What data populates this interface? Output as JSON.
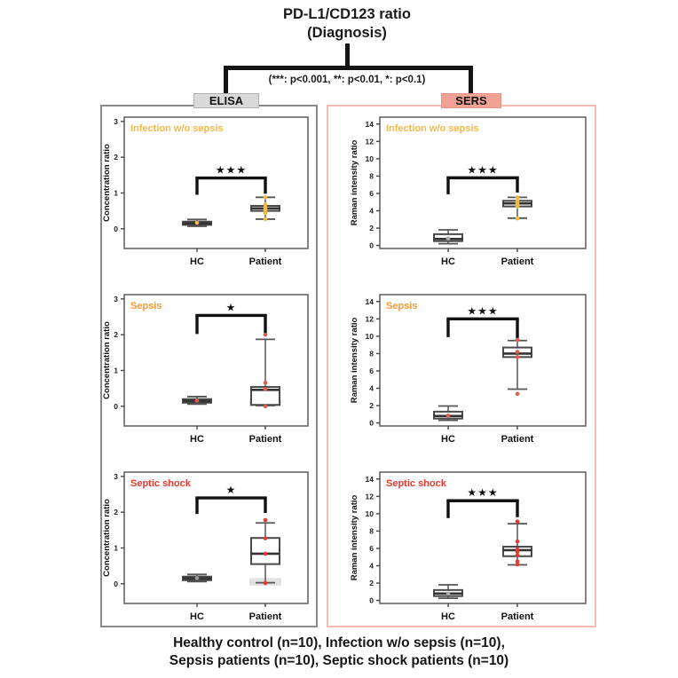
{
  "header": {
    "title_line1": "PD-L1/CD123 ratio",
    "title_line2": "(Diagnosis)",
    "significance_note": "(***: p<0.001, **: p<0.01, *: p<0.1)",
    "left_method": "ELISA",
    "right_method": "SERS"
  },
  "footer": {
    "line1": "Healthy control (n=10), Infection w/o sepsis (n=10),",
    "line2": "Sepsis patients (n=10), Septic shock patients (n=10)"
  },
  "colors": {
    "elisa_label_bg": "#d9d9d9",
    "elisa_label_border": "#b0b0b0",
    "elisa_box_border": "#8a8a8a",
    "sers_label_bg": "#f2a195",
    "sers_label_border": "#e8948a",
    "sers_box_border": "#f5b9b1",
    "infection_label": "#f5b942",
    "sepsis_label": "#f59a33",
    "septic_shock_label": "#e8392e",
    "box_stroke": "#4a4a4a",
    "bracket": "#111111"
  },
  "chart_data": [
    {
      "type": "box",
      "method": "ELISA",
      "condition": "Infection w/o sepsis",
      "condition_color": "#f5b942",
      "title": "ELISA - Infection w/o sepsis",
      "ylabel": "Concentration ratio",
      "ylim": [
        0,
        3
      ],
      "yticks": [
        0,
        1,
        2,
        3
      ],
      "categories": [
        "HC",
        "Patient"
      ],
      "significance": "***",
      "sig_bar_y": 1.42,
      "sig_drop_left": 0.95,
      "sig_drop_right": 0.98,
      "series": [
        {
          "name": "HC",
          "whislo": 0.07,
          "q1": 0.11,
          "med": 0.15,
          "q3": 0.2,
          "whishi": 0.26,
          "points": [
            0.17
          ],
          "point_color": "#f5b942"
        },
        {
          "name": "Patient",
          "whislo": 0.27,
          "q1": 0.5,
          "med": 0.57,
          "q3": 0.64,
          "whishi": 0.88,
          "points": [
            0.88,
            0.68,
            0.6,
            0.55,
            0.5,
            0.44,
            0.27
          ],
          "point_color": "#f5b942"
        }
      ]
    },
    {
      "type": "box",
      "method": "ELISA",
      "condition": "Sepsis",
      "condition_color": "#f59a33",
      "title": "ELISA - Sepsis",
      "ylabel": "Concentration ratio",
      "ylim": [
        0,
        3
      ],
      "yticks": [
        0,
        1,
        2,
        3
      ],
      "categories": [
        "HC",
        "Patient"
      ],
      "significance": "*",
      "sig_bar_y": 2.54,
      "sig_drop_left": 2.02,
      "sig_drop_right": 2.05,
      "series": [
        {
          "name": "HC",
          "whislo": 0.06,
          "q1": 0.1,
          "med": 0.15,
          "q3": 0.2,
          "whishi": 0.27,
          "points": [
            0.16
          ],
          "point_color": "#e8594a"
        },
        {
          "name": "Patient",
          "whislo": 0.02,
          "q1": 0.04,
          "med": 0.46,
          "q3": 0.54,
          "whishi": 1.87,
          "points": [
            2.0,
            0.66,
            0.48,
            0.0
          ],
          "point_color": "#e8594a",
          "shade": [
            0.0,
            0.2
          ]
        }
      ]
    },
    {
      "type": "box",
      "method": "ELISA",
      "condition": "Septic shock",
      "condition_color": "#e8392e",
      "title": "ELISA - Septic shock",
      "ylabel": "Concentration ratio",
      "ylim": [
        0,
        3
      ],
      "yticks": [
        0,
        1,
        2,
        3
      ],
      "categories": [
        "HC",
        "Patient"
      ],
      "significance": "*",
      "sig_bar_y": 2.4,
      "sig_drop_left": 1.95,
      "sig_drop_right": 1.98,
      "series": [
        {
          "name": "HC",
          "whislo": 0.06,
          "q1": 0.1,
          "med": 0.15,
          "q3": 0.2,
          "whishi": 0.26,
          "points": [
            0.16
          ],
          "point_color": "#999999"
        },
        {
          "name": "Patient",
          "whislo": 0.03,
          "q1": 0.55,
          "med": 0.84,
          "q3": 1.28,
          "whishi": 1.7,
          "points": [
            1.78,
            1.27,
            0.84,
            0.02
          ],
          "point_color": "#e8392e",
          "shade": [
            -0.05,
            0.16
          ]
        }
      ]
    },
    {
      "type": "box",
      "method": "SERS",
      "condition": "Infection w/o sepsis",
      "condition_color": "#f5b942",
      "title": "SERS - Infection w/o sepsis",
      "ylabel": "Raman intensity ratio",
      "ylim": [
        0,
        14
      ],
      "yticks": [
        0,
        2,
        4,
        6,
        8,
        10,
        12,
        14
      ],
      "categories": [
        "HC",
        "Patient"
      ],
      "significance": "***",
      "sig_bar_y": 7.8,
      "sig_drop_left": 5.9,
      "sig_drop_right": 6.1,
      "series": [
        {
          "name": "HC",
          "whislo": 0.2,
          "q1": 0.5,
          "med": 0.75,
          "q3": 1.3,
          "whishi": 1.8,
          "points": [
            0.8
          ],
          "point_color": "#aaaaaa"
        },
        {
          "name": "Patient",
          "whislo": 3.15,
          "q1": 4.5,
          "med": 4.85,
          "q3": 5.15,
          "whishi": 5.55,
          "points": [
            5.55,
            5.15,
            4.95,
            4.75,
            4.5,
            3.1
          ],
          "point_color": "#f5b942"
        }
      ]
    },
    {
      "type": "box",
      "method": "SERS",
      "condition": "Sepsis",
      "condition_color": "#f59a33",
      "title": "SERS - Sepsis",
      "ylabel": "Raman intensity ratio",
      "ylim": [
        0,
        14
      ],
      "yticks": [
        0,
        2,
        4,
        6,
        8,
        10,
        12,
        14
      ],
      "categories": [
        "HC",
        "Patient"
      ],
      "significance": "***",
      "sig_bar_y": 12.0,
      "sig_drop_left": 9.9,
      "sig_drop_right": 9.8,
      "series": [
        {
          "name": "HC",
          "whislo": 0.3,
          "q1": 0.5,
          "med": 0.8,
          "q3": 1.3,
          "whishi": 1.95,
          "points": [
            0.85
          ],
          "point_color": "#e8594a"
        },
        {
          "name": "Patient",
          "whislo": 3.9,
          "q1": 7.6,
          "med": 8.0,
          "q3": 8.7,
          "whishi": 9.5,
          "points": [
            9.6,
            8.2,
            7.6,
            3.35
          ],
          "point_color": "#e8594a"
        }
      ]
    },
    {
      "type": "box",
      "method": "SERS",
      "condition": "Septic shock",
      "condition_color": "#e8392e",
      "title": "SERS - Septic shock",
      "ylabel": "Raman intensity ratio",
      "ylim": [
        0,
        14
      ],
      "yticks": [
        0,
        2,
        4,
        6,
        8,
        10,
        12,
        14
      ],
      "categories": [
        "HC",
        "Patient"
      ],
      "significance": "***",
      "sig_bar_y": 11.5,
      "sig_drop_left": 9.5,
      "sig_drop_right": 9.6,
      "series": [
        {
          "name": "HC",
          "whislo": 0.25,
          "q1": 0.5,
          "med": 0.8,
          "q3": 1.2,
          "whishi": 1.8,
          "points": [
            0.8
          ],
          "point_color": "#aaaaaa"
        },
        {
          "name": "Patient",
          "whislo": 4.1,
          "q1": 5.1,
          "med": 5.8,
          "q3": 6.2,
          "whishi": 8.85,
          "points": [
            9.1,
            6.8,
            5.9,
            5.6,
            5.2,
            4.5,
            4.15
          ],
          "point_color": "#e8392e"
        }
      ]
    }
  ]
}
